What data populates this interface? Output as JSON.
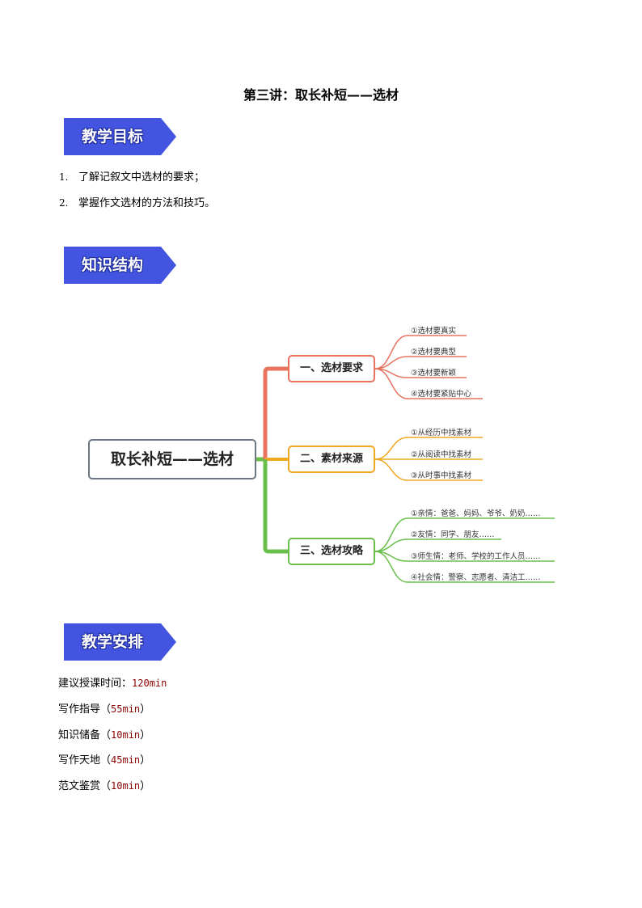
{
  "title": "第三讲：取长补短——选材",
  "sections": {
    "goals": "教学目标",
    "structure": "知识结构",
    "schedule": "教学安排"
  },
  "goals": [
    {
      "num": "1.",
      "text": "了解记叙文中选材的要求；"
    },
    {
      "num": "2.",
      "text": "掌握作文选材的方法和技巧。"
    }
  ],
  "mindmap": {
    "root": "取长补短——选材",
    "branches": [
      {
        "label": "一、选材要求",
        "color": "#e8735f",
        "leaves": [
          "①选材要真实",
          "②选材要典型",
          "③选材要新颖",
          "④选材要紧贴中心"
        ]
      },
      {
        "label": "二、素材来源",
        "color": "#f0a820",
        "leaves": [
          "①从经历中找素材",
          "②从阅读中找素材",
          "③从时事中找素材"
        ]
      },
      {
        "label": "三、选材攻略",
        "color": "#6abf4b",
        "leaves": [
          "①亲情：爸爸、妈妈、爷爷、奶奶……",
          "②友情：同学、朋友……",
          "③师生情：老师、学校的工作人员……",
          "④社会情：警察、志愿者、清洁工……"
        ]
      }
    ]
  },
  "schedule": {
    "suggested_label": "建议授课时间：",
    "suggested_time": "120min",
    "items": [
      {
        "label": "写作指导（",
        "time": "55min",
        "close": "）"
      },
      {
        "label": "知识储备（",
        "time": "10min",
        "close": "）"
      },
      {
        "label": "写作天地（",
        "time": "45min",
        "close": "）"
      },
      {
        "label": "范文鉴赏（",
        "time": "10min",
        "close": "）"
      }
    ]
  }
}
